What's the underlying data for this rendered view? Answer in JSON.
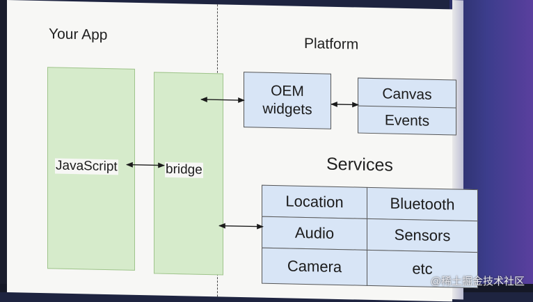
{
  "left_heading": "Your App",
  "right_heading": "Platform",
  "services_heading": "Services",
  "javascript_label": "JavaScript",
  "bridge_label": "bridge",
  "oem_widgets": {
    "line1": "OEM",
    "line2": "widgets"
  },
  "platform_items": [
    "Canvas",
    "Events"
  ],
  "services": [
    "Location",
    "Bluetooth",
    "Audio",
    "Sensors",
    "Camera",
    "etc"
  ],
  "watermark": "@稀土掘金技术社区",
  "colors": {
    "green_fill": "#d6ebcb",
    "blue_fill": "#d8e5f6",
    "slide": "#f7f7f5"
  }
}
